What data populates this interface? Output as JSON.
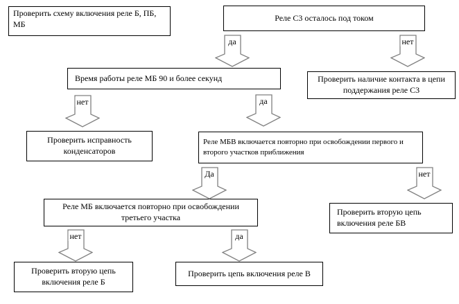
{
  "diagram": {
    "kind": "flowchart",
    "language": "ru",
    "colors": {
      "background": "#ffffff",
      "box_border": "#000000",
      "arrow_outline": "#808080",
      "text": "#000000"
    },
    "nodes": {
      "check_scheme_b_pb_mb": {
        "text": "Проверить схему включения реле Б, ПБ,\nМБ"
      },
      "relay_s3_energized": {
        "text": "Реле С3 осталось под током"
      },
      "mb_time_90s": {
        "text": "Время работы реле МБ 90 и более секунд"
      },
      "check_contact_s3": {
        "text": "Проверить наличие контакта в цепи\nподдержания реле С3"
      },
      "check_capacitors": {
        "text": "Проверить исправность\nконденсаторов"
      },
      "mbv_reactivates": {
        "text": "Реле МБВ включается повторно при освобождении первого и\nвторого участков приближения"
      },
      "mb_reactivates_third": {
        "text": "Реле МБ включается повторно при освобождении\nтретьего участка"
      },
      "check_second_circuit_bv": {
        "text": "Проверить вторую цепь\nвключения реле БВ"
      },
      "check_second_circuit_b": {
        "text": "Проверить вторую цепь\nвключения реле Б"
      },
      "check_circuit_v": {
        "text": "Проверить цепь включения реле В"
      }
    },
    "arrows": {
      "s3_yes": {
        "label": "да"
      },
      "s3_no": {
        "label": "нет"
      },
      "time_no": {
        "label": "нет"
      },
      "time_yes": {
        "label": "да"
      },
      "mbv_yes": {
        "label": "Да"
      },
      "mbv_no": {
        "label": "нет"
      },
      "mb_no": {
        "label": "нет"
      },
      "mb_yes": {
        "label": "да"
      }
    }
  }
}
